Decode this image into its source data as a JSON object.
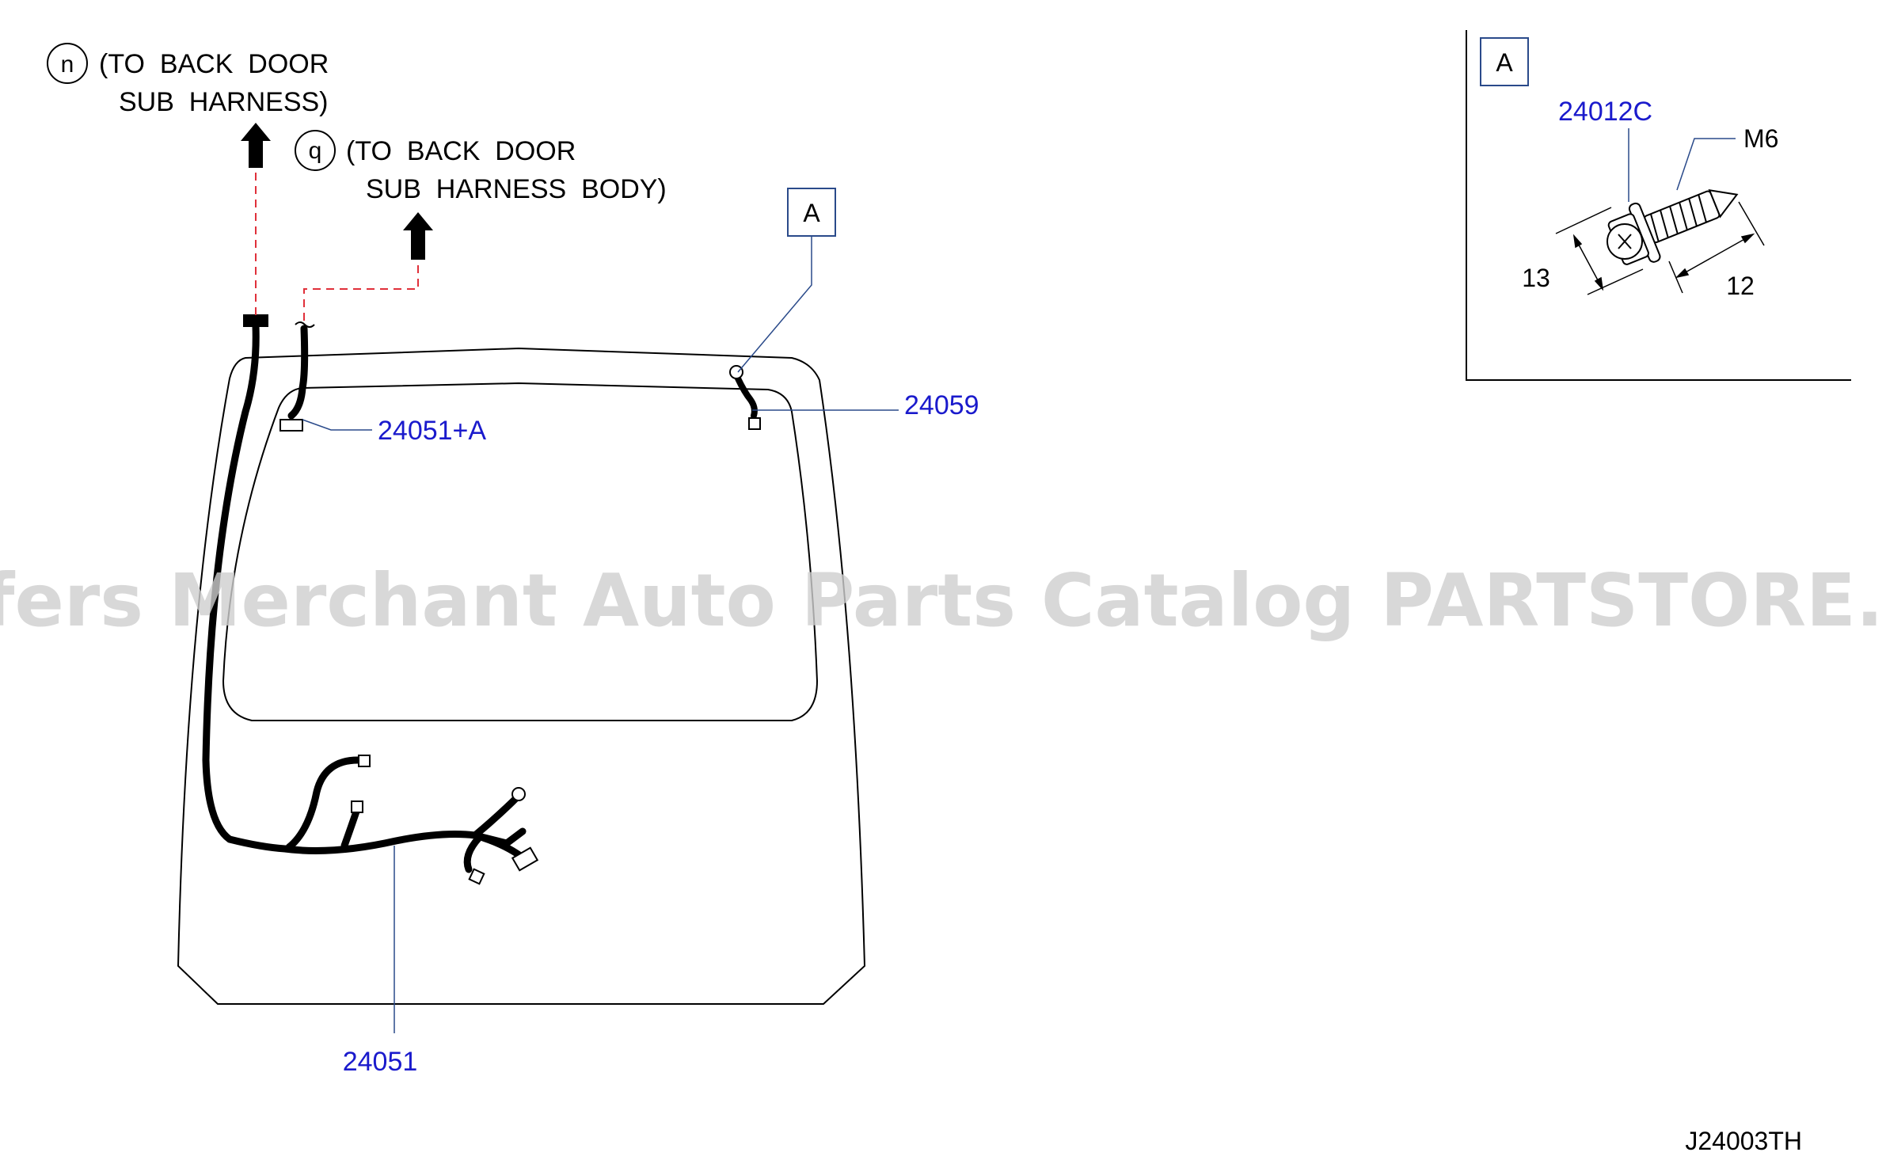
{
  "callouts": {
    "n": {
      "symbol": "n",
      "line1": "(TO  BACK  DOOR",
      "line2": "SUB  HARNESS)"
    },
    "q": {
      "symbol": "q",
      "line1": "(TO  BACK  DOOR",
      "line2": "SUB  HARNESS  BODY)"
    }
  },
  "detail_ref": "A",
  "parts": {
    "harness_main": "24051",
    "harness_upper": "24051+A",
    "harness_right": "24059",
    "clip": "24012C"
  },
  "detail_panel": {
    "ref": "A",
    "bolt_size": "M6",
    "dim_head": "13",
    "dim_length": "12"
  },
  "watermark": "Offers Merchant Auto Parts Catalog PARTSTORE.SA",
  "drawing_code": "J24003TH",
  "colors": {
    "line": "#000000",
    "part_number": "#1a1acc",
    "leader": "#2a4a8a",
    "dashed": "#e0303a",
    "watermark": "#cfcfcf"
  }
}
